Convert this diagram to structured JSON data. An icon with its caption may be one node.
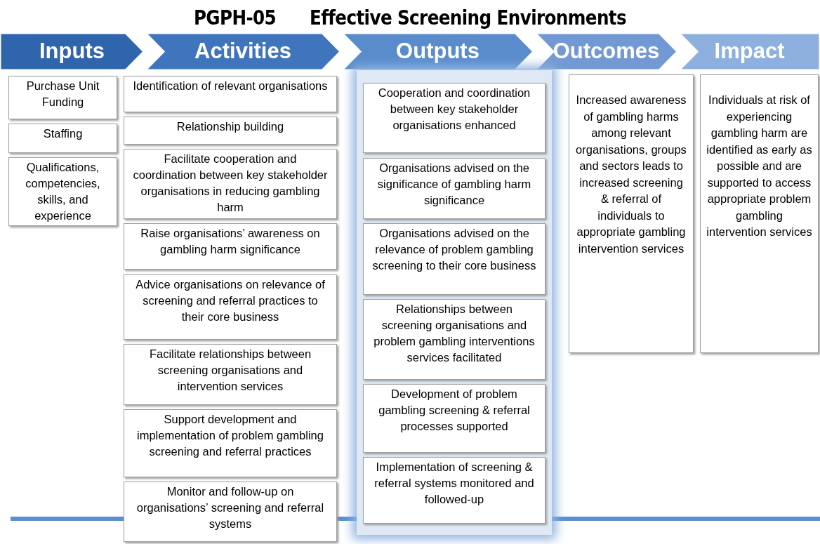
{
  "diagram": {
    "title": "PGPH-05      Effective Screening Environments",
    "nodes": [
      {
        "text": [
          "Inputs"
        ]
      },
      {
        "text": [
          "Activities"
        ]
      },
      {
        "text": [
          "Outputs"
        ]
      },
      {
        "text": [
          "Outcomes"
        ]
      },
      {
        "text": [
          "Impact"
        ]
      },
      {
        "text": [
          "Purchase Unit Funding"
        ]
      },
      {
        "text": [
          "Staffing"
        ]
      },
      {
        "text": [
          "Qualifications, competencies, skills, and experience"
        ]
      },
      {
        "text": [
          "Identification of relevant organisations"
        ]
      },
      {
        "text": [
          "Relationship building"
        ]
      },
      {
        "text": [
          "Facilitate cooperation and coordination between key stakeholder organisations in reducing gambling harm"
        ]
      },
      {
        "text": [
          "Raise organisations’ awareness on gambling harm significance"
        ]
      },
      {
        "text": [
          "Advice organisations on relevance of screening and referral practices to their core business"
        ]
      },
      {
        "text": [
          "Facilitate relationships between screening organisations and intervention services"
        ]
      },
      {
        "text": [
          "Support development and implementation of problem gambling screening and referral practices"
        ]
      },
      {
        "text": [
          "Monitor and follow-up on organisations’ screening and referral systems"
        ]
      },
      {
        "text": [],
        "shape": "box"
      },
      {
        "text": [
          "Cooperation and coordination between key stakeholder organisations enhanced"
        ],
        "in": 16
      },
      {
        "text": [
          "Organisations advised on the significance of gambling harm significance"
        ],
        "in": 16
      },
      {
        "text": [
          "Organisations advised on the relevance of problem gambling screening to their core business"
        ],
        "in": 16
      },
      {
        "text": [
          "Relationships between screening organisations and problem gambling interventions services facilitated"
        ],
        "in": 16
      },
      {
        "text": [
          "Development of problem gambling screening & referral processes supported"
        ],
        "in": 16
      },
      {
        "text": [
          "Implementation of screening & referral systems monitored and followed-up"
        ],
        "in": 16
      },
      {
        "text": [
          "Increased awareness of gambling harms among relevant organisations, groups and sectors leads to increased screening & referral of individuals to appropriate gambling intervention services"
        ]
      },
      {
        "text": [
          "Individuals at risk of experiencing gambling harm are identified as early as possible and are supported to access appropriate problem gambling intervention services"
        ]
      }
    ]
  }
}
